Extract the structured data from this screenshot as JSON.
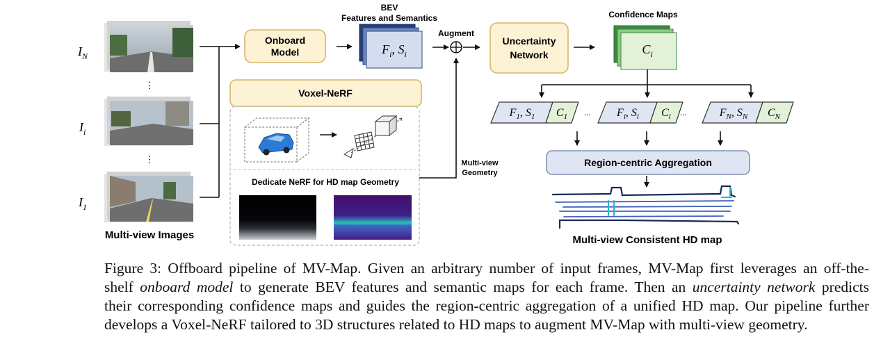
{
  "input_labels": {
    "top": "I",
    "top_sub": "N",
    "mid": "I",
    "mid_sub": "i",
    "bottom": "I",
    "bottom_sub": "1"
  },
  "multi_view_images_label": "Multi-view Images",
  "onboard_model_label": [
    "Onboard",
    "Model"
  ],
  "bev_label": [
    "BEV",
    "Features and Semantics"
  ],
  "bev_math": {
    "f": "F",
    "f_sub": "i",
    "sep": ",",
    "s": "S",
    "s_sub": "i"
  },
  "augment_label": "Augment",
  "uncertainty_label": [
    "Uncertainty",
    "Network"
  ],
  "confidence_label": "Confidence Maps",
  "confidence_math": {
    "c": "C",
    "c_sub": "i"
  },
  "voxel_nerf_label": "Voxel-NeRF",
  "nerf_caption": "Dedicate NeRF for HD map Geometry",
  "multiview_geometry_label": [
    "Multi-view",
    "Geometry"
  ],
  "pair_groups": [
    {
      "f": "F",
      "fs": "1",
      "s": "S",
      "ss": "1",
      "c": "C",
      "cs": "1"
    },
    {
      "f": "F",
      "fs": "i",
      "s": "S",
      "ss": "i",
      "c": "C",
      "cs": "i"
    },
    {
      "f": "F",
      "fs": "N",
      "s": "S",
      "ss": "N",
      "c": "C",
      "cs": "N"
    }
  ],
  "ellipsis": "...",
  "vertical_ellipsis": "⋮",
  "aggregation_label": "Region-centric Aggregation",
  "hd_map_label": "Multi-view Consistent HD map",
  "caption_lines": [
    {
      "parts": [
        {
          "t": "Figure 3: Offboard pipeline of MV-Map. Given an arbitrary number of input frames, MV-Map first leverages an off-the-",
          "i": false
        }
      ]
    },
    {
      "parts": [
        {
          "t": "shelf ",
          "i": false
        },
        {
          "t": "onboard model",
          "i": true
        },
        {
          "t": " to generate BEV features and semantic maps for each frame. Then an ",
          "i": false
        },
        {
          "t": "uncertainty network",
          "i": true
        },
        {
          "t": " predicts",
          "i": false
        }
      ]
    },
    {
      "parts": [
        {
          "t": "their corresponding confidence maps and guides the region-centric aggregation of a unified HD map. Our pipeline further",
          "i": false
        }
      ]
    },
    {
      "parts": [
        {
          "t": "develops a Voxel-NeRF tailored to 3D structures related to HD maps to augment MV-Map with multi-view geometry.",
          "i": false
        }
      ]
    }
  ],
  "colors": {
    "onboard_fill": "#fdf2d3",
    "onboard_stroke": "#d7b66c",
    "bev_fill": "#d4ddf0",
    "bev_dark": "#243e78",
    "conf_fill": "#e2f1d8",
    "conf_dark": "#3c8a3e",
    "agg_fill": "#dfe5f2",
    "agg_stroke": "#8393b5",
    "lane_blue": "#3f63b8",
    "lane_cyan": "#2fb0d0"
  }
}
